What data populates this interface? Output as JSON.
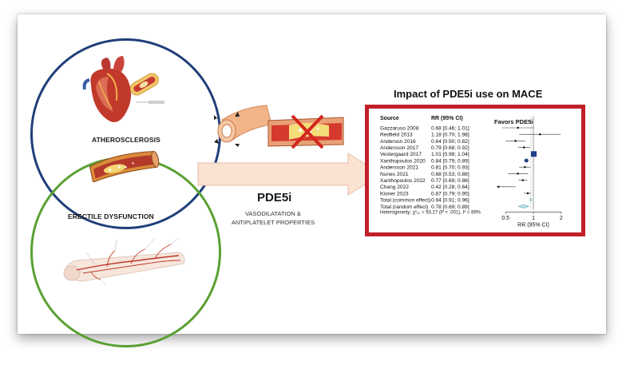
{
  "labels": {
    "atherosclerosis": "ATHEROSCLEROSIS",
    "ed": "ERECTILE DYSFUNCTION",
    "pde5i": "PDE5i",
    "properties_line1": "VASODILATATION &",
    "properties_line2": "ANTIPLATELET PROPERTIES",
    "panel_title": "Impact of PDE5i use on MACE"
  },
  "colors": {
    "atherosclerosis_circle": "#1f3f7a",
    "ed_circle": "#5aa033",
    "panel_border": "#c0202a",
    "arrow_fill": "#fbe3d3",
    "point_color": "#1f3f8a"
  },
  "chart_data": {
    "type": "forest",
    "col_source": "Source",
    "col_rr": "RR (95% CI)",
    "annotation": "Favors PDE5i",
    "xlabel": "RR (95% CI)",
    "xticks": [
      0.5,
      1,
      2
    ],
    "xscale": "log",
    "xlim": [
      0.4,
      2.4
    ],
    "heterogeneity": "Heterogeneity: χ²₁₀ = 93.27 (P < .001), I² = 89%",
    "studies": [
      {
        "name": "Gazzaruso 2008",
        "ci": "0.68 [0.46; 1.01]",
        "rr": 0.68,
        "lo": 0.46,
        "hi": 1.01
      },
      {
        "name": "Redfield 2013",
        "ci": "1.18 [0.70; 1.98]",
        "rr": 1.18,
        "lo": 0.7,
        "hi": 1.98
      },
      {
        "name": "Anderson 2016",
        "ci": "0.64 [0.50; 0.82]",
        "rr": 0.64,
        "lo": 0.5,
        "hi": 0.82
      },
      {
        "name": "Andersson 2017",
        "ci": "0.79 [0.68; 0.92]",
        "rr": 0.79,
        "lo": 0.68,
        "hi": 0.92
      },
      {
        "name": "Vestergaard 2017",
        "ci": "1.01 [0.98; 1.04]",
        "rr": 1.01,
        "lo": 0.98,
        "hi": 1.04
      },
      {
        "name": "Xanthopoulos 2020",
        "ci": "0.84 [0.79; 0.89]",
        "rr": 0.84,
        "lo": 0.79,
        "hi": 0.89
      },
      {
        "name": "Andersson 2021",
        "ci": "0.81 [0.70; 0.93]",
        "rr": 0.81,
        "lo": 0.7,
        "hi": 0.93
      },
      {
        "name": "Nunes 2021",
        "ci": "0.68 [0.53; 0.88]",
        "rr": 0.68,
        "lo": 0.53,
        "hi": 0.88
      },
      {
        "name": "Xanthopoulos 2022",
        "ci": "0.77 [0.69; 0.86]",
        "rr": 0.77,
        "lo": 0.69,
        "hi": 0.86
      },
      {
        "name": "Chang 2022",
        "ci": "0.42 [0.28; 0.64]",
        "rr": 0.42,
        "lo": 0.28,
        "hi": 0.64
      },
      {
        "name": "Kloner 2023",
        "ci": "0.87 [0.79; 0.95]",
        "rr": 0.87,
        "lo": 0.79,
        "hi": 0.95
      }
    ],
    "totals": [
      {
        "name": "Total (common effect)",
        "ci": "0.94 [0.91; 0.96]",
        "rr": 0.94,
        "lo": 0.91,
        "hi": 0.96
      },
      {
        "name": "Total (random effect)",
        "ci": "0.78 [0.69; 0.89]",
        "rr": 0.78,
        "lo": 0.69,
        "hi": 0.89
      }
    ]
  }
}
